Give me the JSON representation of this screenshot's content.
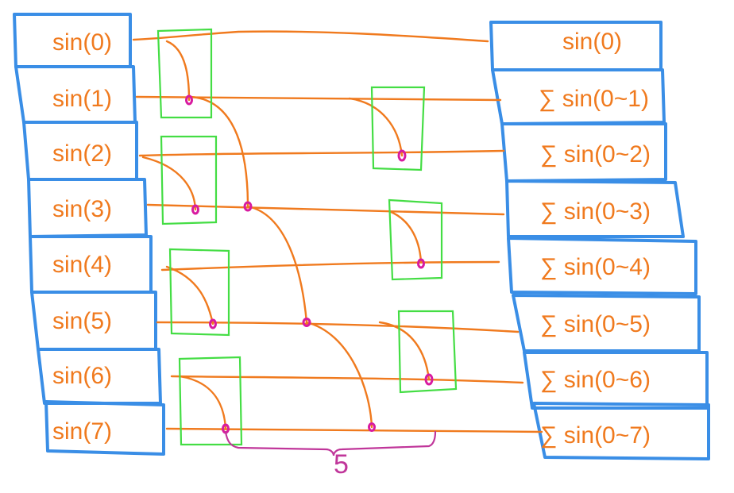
{
  "inputs": [
    "sin(0)",
    "sin(1)",
    "sin(2)",
    "sin(3)",
    "sin(4)",
    "sin(5)",
    "sin(6)",
    "sin(7)"
  ],
  "outputs": [
    "sin(0)",
    "∑ sin(0~1)",
    "∑ sin(0~2)",
    "∑ sin(0~3)",
    "∑ sin(0~4)",
    "∑ sin(0~5)",
    "∑ sin(0~6)",
    "∑ sin(0~7)"
  ],
  "brace_label": "5",
  "colors": {
    "cell_border": "#3a8ee6",
    "text": "#f07a1e",
    "wire": "#f07a1e",
    "group_box": "#44dd44",
    "node": "#d81ba0",
    "brace": "#c0369a"
  }
}
